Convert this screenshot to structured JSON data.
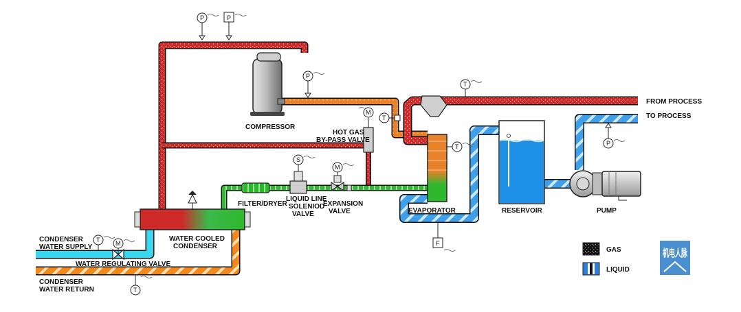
{
  "labels": {
    "compressor": "COMPRESSOR",
    "hot_gas_1": "HOT GAS",
    "hot_gas_2": "BY-PASS VALVE",
    "filter_dryer": "FILTER/DRYER",
    "solenoid_1": "LIQUID LINE",
    "solenoid_2": "SOLENIOD",
    "solenoid_3": "VALVE",
    "expansion_1": "EXPANSION",
    "expansion_2": "VALVE",
    "condenser_1": "WATER COOLED",
    "condenser_2": "CONDENSER",
    "evaporator": "EVAPORATOR",
    "reservoir": "RESERVOIR",
    "pump": "PUMP",
    "from_process": "FROM PROCESS",
    "to_process": "TO PROCESS",
    "cond_supply_1": "CONDENSER",
    "cond_supply_2": "WATER SUPPLY",
    "water_reg_valve": "WATER REGULATING VALVE",
    "cond_return_1": "CONDENSER",
    "cond_return_2": "WATER RETURN"
  },
  "instruments": {
    "pressure": "P",
    "temperature": "T",
    "motor": "M",
    "solenoid": "S",
    "flow": "F"
  },
  "legend": {
    "gas": "GAS",
    "liquid": "LIQUID"
  },
  "logo": {
    "text": "机电人脉"
  },
  "colors": {
    "hot_gas": "#cf2a2a",
    "discharge": "#e8822a",
    "liquid_refrigerant": "#2eb82e",
    "process_water": "#3f9fe8",
    "condenser_supply": "#3ad8f0",
    "condenser_return": "#f08a1e",
    "reservoir_water": "#1e90e8",
    "logo_bg": "#4a8fcf"
  }
}
